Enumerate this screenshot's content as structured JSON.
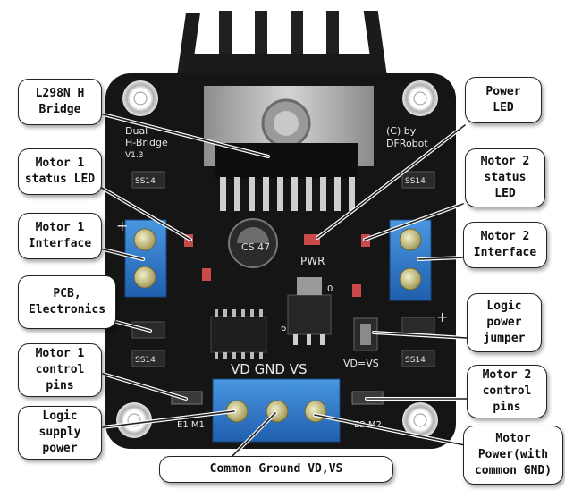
{
  "callouts": {
    "l298n": "L298N H\nBridge",
    "power_led": "Power\nLED",
    "motor1_status": "Motor 1\nstatus LED",
    "motor2_status": "Motor 2\nstatus\nLED",
    "motor1_interface": "Motor 1\nInterface",
    "motor2_interface": "Motor 2\nInterface",
    "pcb": "PCB,\nElectronics",
    "logic_jumper": "Logic\npower\njumper",
    "motor1_control": "Motor 1\ncontrol\npins",
    "motor2_control": "Motor 2\ncontrol\npins",
    "logic_supply": "Logic\nsupply\npower",
    "motor_power": "Motor\nPower(with\ncommon GND)",
    "common_ground": "Common Ground VD,VS"
  },
  "board": {
    "title_line1": "Dual",
    "title_line2": "H-Bridge",
    "version": "V1.3",
    "copyright_line1": "(C) by",
    "copyright_line2": "DFRobot",
    "diode_label": "SS14",
    "cap_label": "CS 47",
    "pwr_label": "PWR",
    "pins_label": "VD GND VS",
    "jumper_label": "VD=VS",
    "e1m1": "E1 M1",
    "e2m2": "E2 M2",
    "zero_label": "0",
    "six_label": "6",
    "plus": "+"
  },
  "colors": {
    "board": "#151515",
    "terminal_blue": "#2f7fd0",
    "heatsink": "#1a1a1a",
    "metal": "#b8b8b8",
    "leader": "#222222"
  }
}
